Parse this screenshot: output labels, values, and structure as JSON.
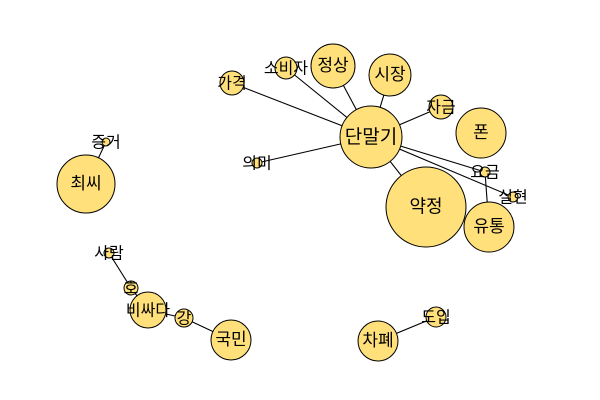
{
  "colors": {
    "node_fill": "#ffe07a",
    "node_stroke": "#000000",
    "edge": "#000000",
    "background": "#ffffff"
  },
  "nodes": [
    {
      "id": "hub",
      "label": "단말기"
    },
    {
      "id": "price",
      "label": "가격"
    },
    {
      "id": "consumer",
      "label": "소비자"
    },
    {
      "id": "normal",
      "label": "정상"
    },
    {
      "id": "market",
      "label": "시장"
    },
    {
      "id": "fund",
      "label": "자금"
    },
    {
      "id": "phone",
      "label": "폰"
    },
    {
      "id": "meaning",
      "label": "의미"
    },
    {
      "id": "fee",
      "label": "요금"
    },
    {
      "id": "realize",
      "label": "실현"
    },
    {
      "id": "contract",
      "label": "약정"
    },
    {
      "id": "distribution",
      "label": "유통"
    },
    {
      "id": "evidence",
      "label": "증거"
    },
    {
      "id": "choi",
      "label": "최씨"
    },
    {
      "id": "person",
      "label": "사람"
    },
    {
      "id": "ho",
      "label": "호"
    },
    {
      "id": "expensive",
      "label": "비싸다"
    },
    {
      "id": "gang",
      "label": "강"
    },
    {
      "id": "nation",
      "label": "국민"
    },
    {
      "id": "intro",
      "label": "도입"
    },
    {
      "id": "abolish",
      "label": "차폐"
    }
  ],
  "edges": [
    [
      "hub",
      "price"
    ],
    [
      "hub",
      "consumer"
    ],
    [
      "hub",
      "normal"
    ],
    [
      "hub",
      "market"
    ],
    [
      "hub",
      "fund"
    ],
    [
      "hub",
      "meaning"
    ],
    [
      "hub",
      "contract"
    ],
    [
      "hub",
      "fee"
    ],
    [
      "hub",
      "realize"
    ],
    [
      "fee",
      "distribution"
    ],
    [
      "evidence",
      "choi"
    ],
    [
      "person",
      "ho"
    ],
    [
      "ho",
      "expensive"
    ],
    [
      "expensive",
      "gang"
    ],
    [
      "gang",
      "nation"
    ],
    [
      "intro",
      "abolish"
    ]
  ]
}
